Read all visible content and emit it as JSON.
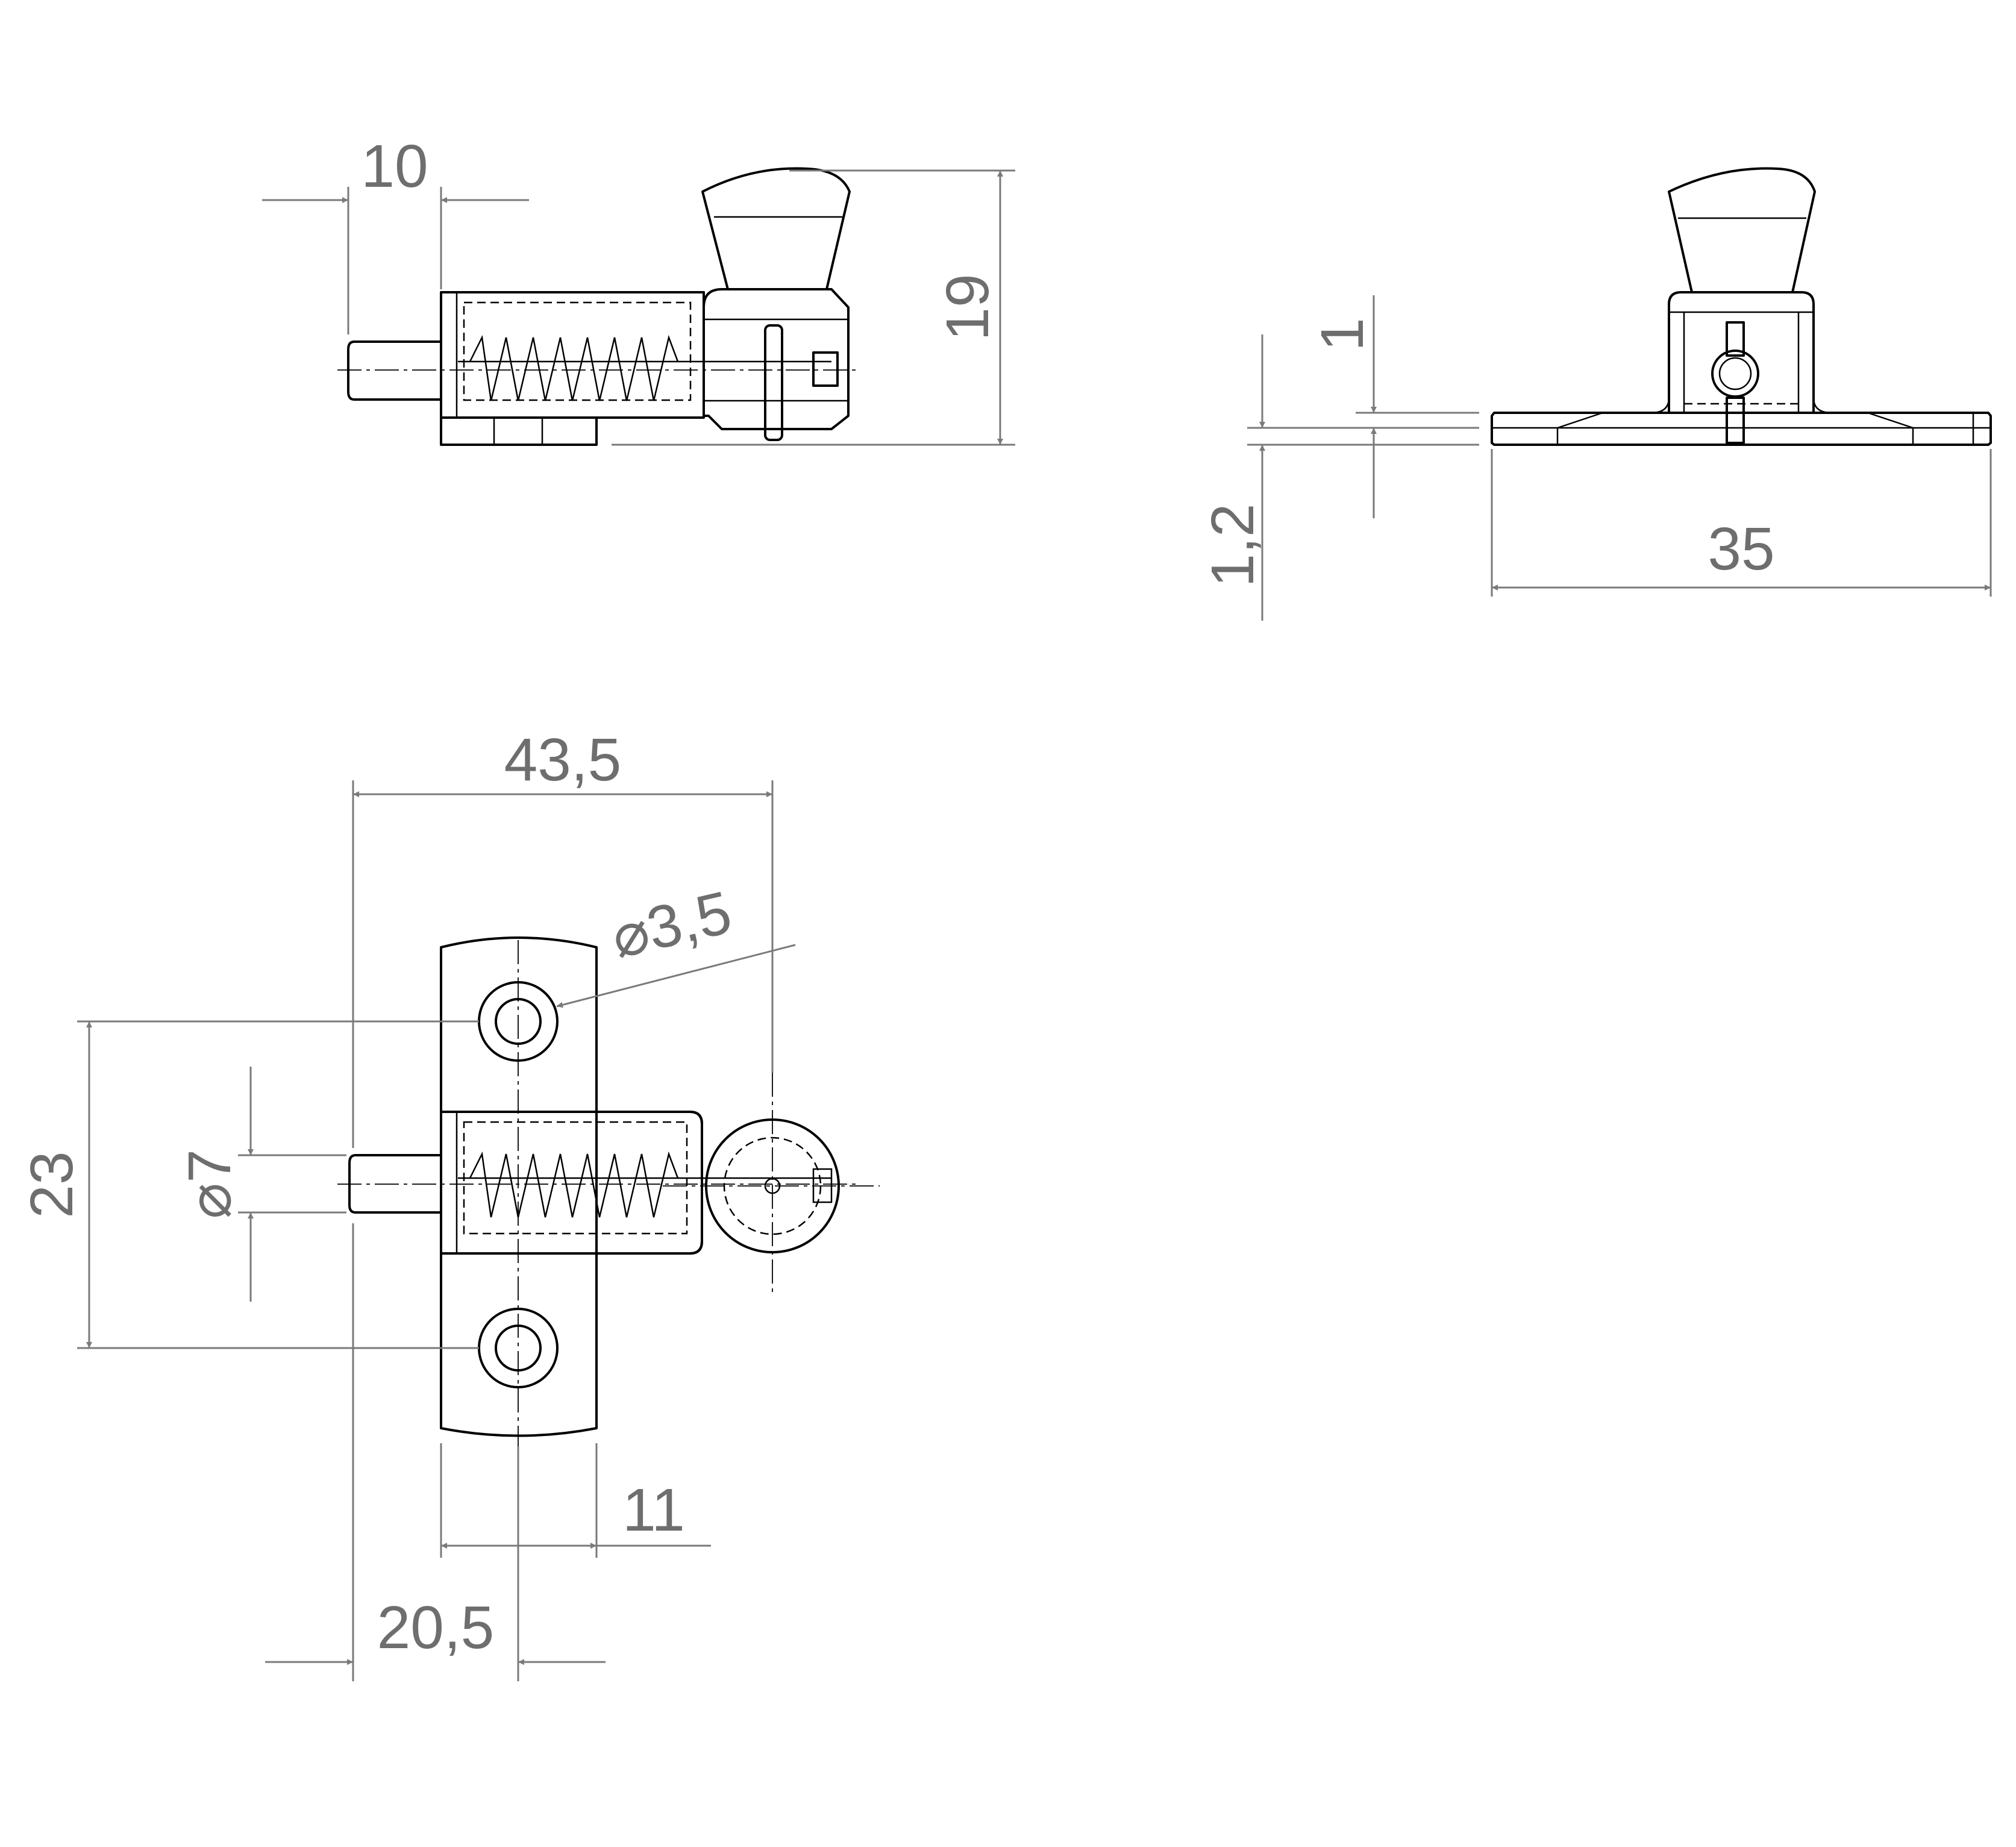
{
  "dimensions": {
    "side_length": "10",
    "side_height": "19",
    "end_1": "1",
    "end_12": "1,2",
    "end_width": "35",
    "top_overall": "43,5",
    "top_hole_diameter": "3,5",
    "top_bolt_diameter": "7",
    "top_hole_spacing": "23",
    "top_plate_width": "11",
    "top_offset": "20,5"
  },
  "colors": {
    "outline": "#000000",
    "dimension": "#7a7a7a",
    "background": "#ffffff"
  },
  "symbols": {
    "diameter_icon": "⌀"
  }
}
